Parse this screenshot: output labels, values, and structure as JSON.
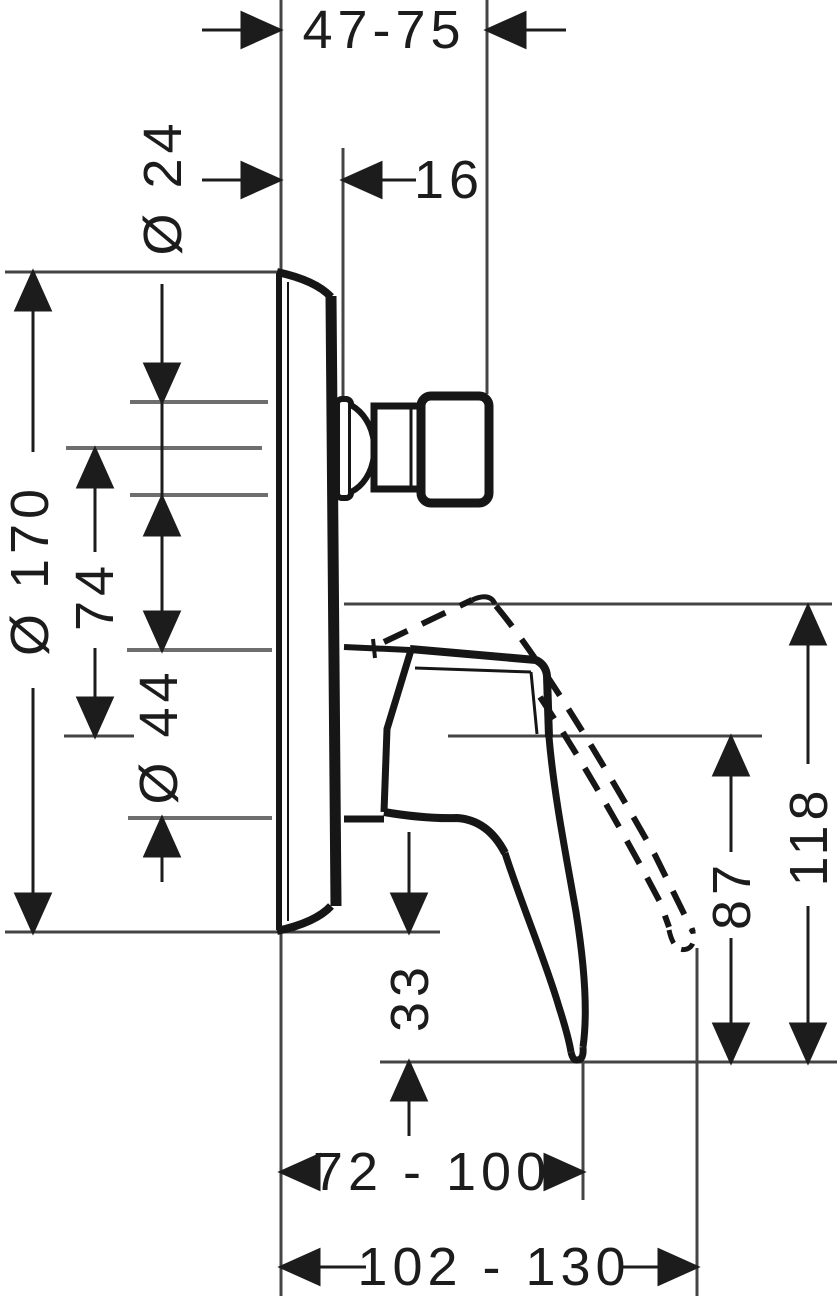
{
  "dimensions": {
    "installation_depth": {
      "label": "47-75"
    },
    "stem_projection": {
      "label": "16"
    },
    "stem_diameter": {
      "label": "Ø 24"
    },
    "escutcheon_diameter": {
      "label": "Ø 170"
    },
    "axis_offset": {
      "label": "74"
    },
    "handle_collar_diameter": {
      "label": "Ø 44"
    },
    "lever_drop_total": {
      "label": "118"
    },
    "lever_drop_from_axis": {
      "label": "87"
    },
    "lever_below_plate": {
      "label": "33"
    },
    "lever_reach_closed": {
      "label": "72 - 100"
    },
    "lever_reach_open": {
      "label": "102 - 130"
    }
  },
  "colors": {
    "outline": "#161616",
    "dimension_line": "#1c1c1c",
    "extension_line": "#444444",
    "reference_line": "#6e6e6e",
    "background": "#ffffff"
  }
}
